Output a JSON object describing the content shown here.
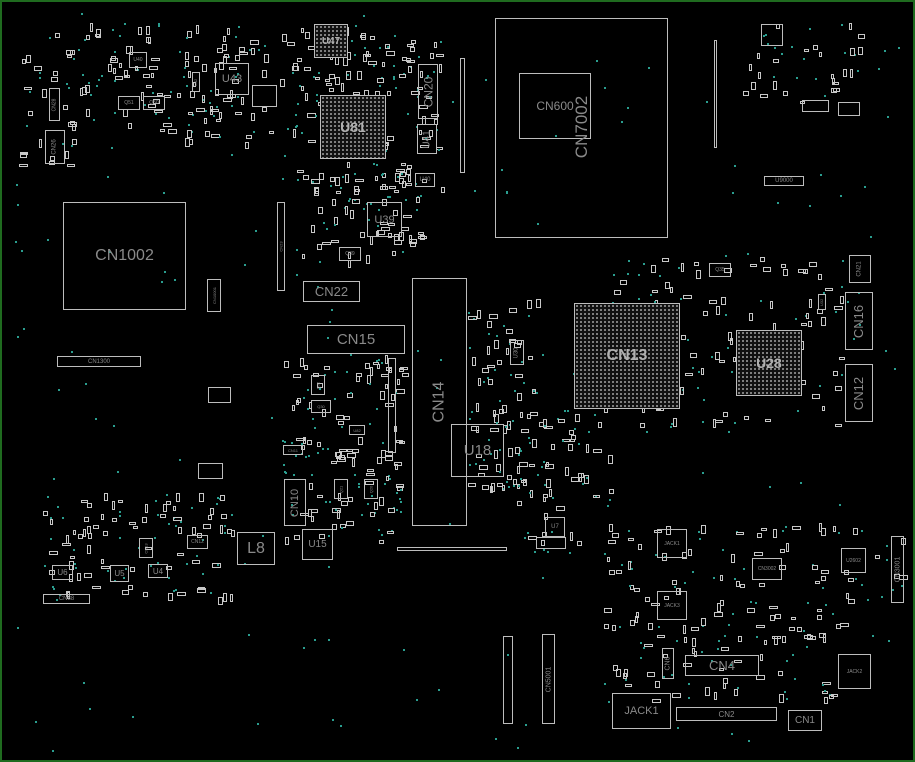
{
  "board": {
    "border_color": "#1f6b1f",
    "outline_color": "#bdbdbd",
    "via_color": "#2a9d8f",
    "components": {
      "U47": "U47",
      "U43": "U43",
      "U40a": "U40",
      "Q51": "Q51",
      "Q50": "Q50",
      "U42": "U42",
      "CN28": "CN28",
      "CN26": "CN26",
      "U81": "U81",
      "CN20": "CN20",
      "U41": "U41",
      "U40": "U40",
      "U39": "U39",
      "Q39": "Q39",
      "CN1002": "CN1002",
      "CN10001": "CN10001",
      "CN23": "CN23",
      "CN22": "CN22",
      "CN15": "CN15",
      "CN14": "CN14",
      "U30": "U30",
      "U18": "U18",
      "CN600": "CN600",
      "CN7002": "CN7002",
      "U9000": "U9000",
      "CN13": "CN13",
      "U28": "U28",
      "CN21": "CN21",
      "CN16": "CN16",
      "CN12": "CN12",
      "CN1300": "CN1300",
      "Q32": "Q32",
      "Q30": "Q30",
      "U82": "U82",
      "CN11": "CN11",
      "Q21": "Q21",
      "Q20": "Q20",
      "CN10": "CN10",
      "U15": "U15",
      "L8": "L8",
      "U6": "U6",
      "U5": "U5",
      "U4": "U4",
      "CN88": "CN88",
      "CN12b": "CN12",
      "CN13b": "CN13",
      "U7": "U7",
      "JACK3a": "JACK1",
      "JACK3": "JACK3",
      "CN3002": "CN3002",
      "U2602": "U2602",
      "CN3001": "CN3001",
      "CN6": "CN6",
      "CN4": "CN4",
      "JACK1": "JACK1",
      "CN2": "CN2",
      "CN1": "CN1",
      "JACK2": "JACK2",
      "CN5001": "CN5001",
      "Q35": "Q35",
      "U32": "U32"
    }
  }
}
